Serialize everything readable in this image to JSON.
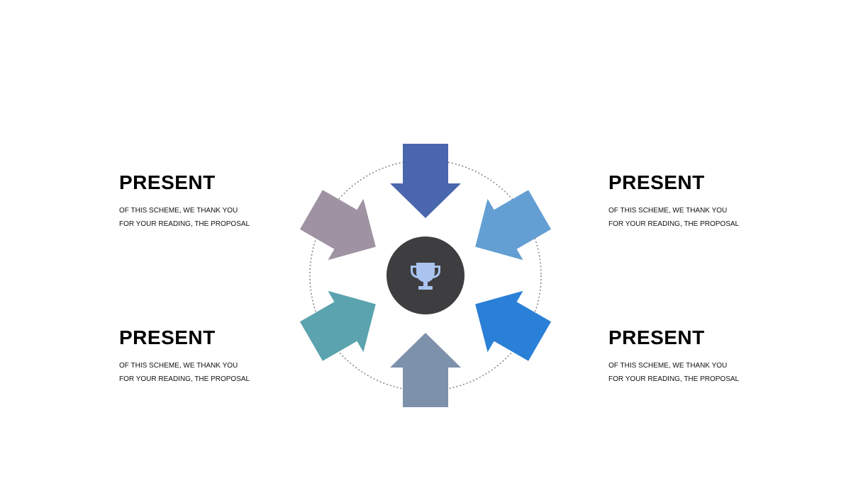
{
  "blocks": [
    {
      "id": "top-left",
      "title": "PRESENT",
      "line1": "OF THIS SCHEME, WE THANK YOU",
      "line2": "FOR YOUR READING, THE PROPOSAL"
    },
    {
      "id": "top-right",
      "title": "PRESENT",
      "line1": "OF THIS SCHEME, WE THANK YOU",
      "line2": "FOR YOUR READING, THE PROPOSAL"
    },
    {
      "id": "bottom-left",
      "title": "PRESENT",
      "line1": "OF THIS SCHEME, WE THANK YOU",
      "line2": "FOR YOUR READING, THE PROPOSAL"
    },
    {
      "id": "bottom-right",
      "title": "PRESENT",
      "line1": "OF THIS SCHEME, WE THANK YOU",
      "line2": "FOR YOUR READING, THE PROPOSAL"
    }
  ],
  "center_icon": "trophy-icon",
  "colors": {
    "arrow_top": "#4a66ad",
    "arrow_bottom": "#7d91ab",
    "arrow_upper_left": "#9e92a3",
    "arrow_lower_left": "#5ba3ae",
    "arrow_upper_right": "#649fd3",
    "arrow_lower_right": "#2a7fd6",
    "center_circle": "#3e3e40",
    "trophy": "#aac4f0",
    "ring": "#888888"
  }
}
